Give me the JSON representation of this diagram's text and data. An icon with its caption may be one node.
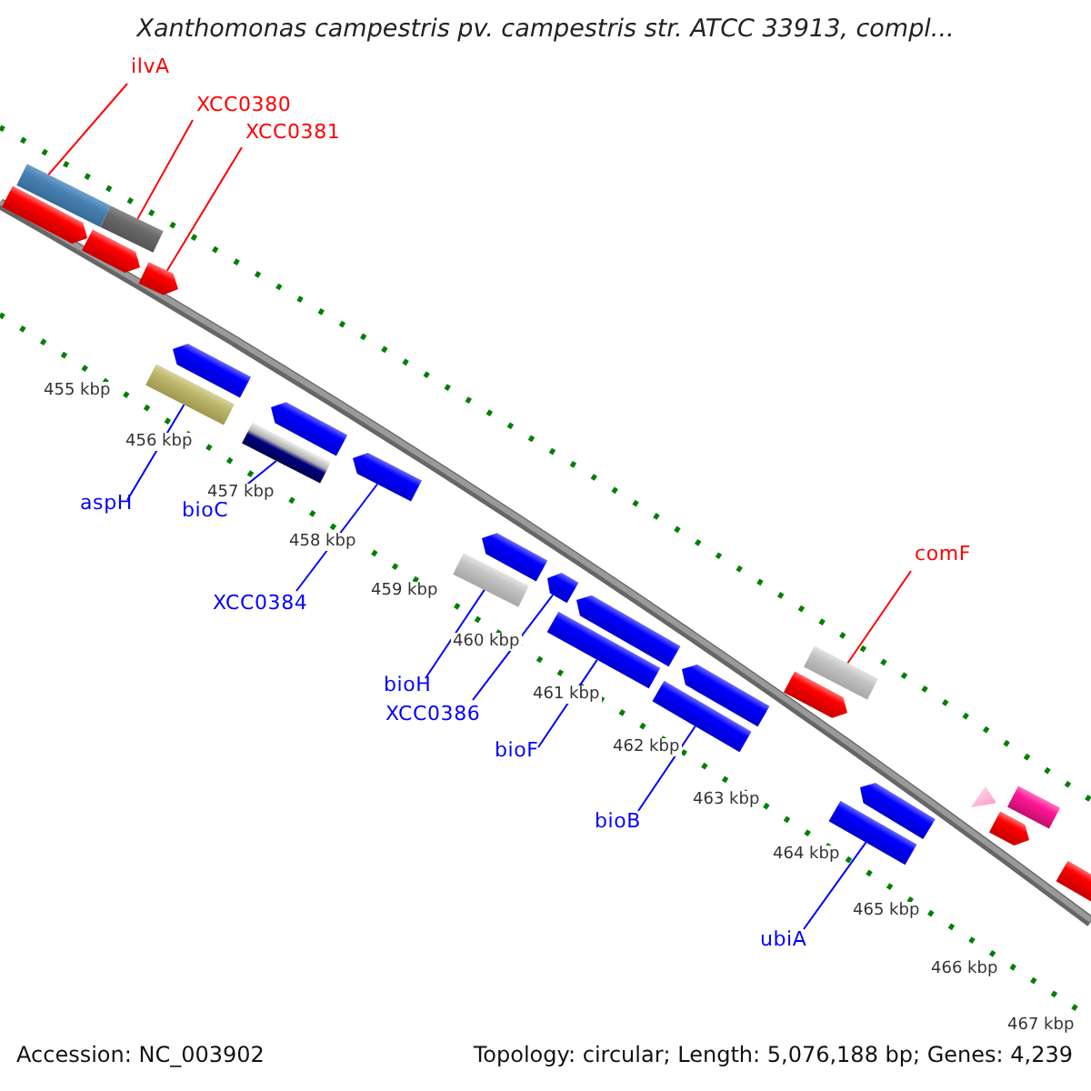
{
  "diagram": {
    "title": "Xanthomonas campestris pv. campestris str. ATCC 33913, compl...",
    "nodes": [
      {
        "text": [
          "ilvA"
        ]
      },
      {
        "text": [
          "XCC0380"
        ]
      },
      {
        "text": [
          "XCC0381"
        ]
      },
      {
        "text": [
          "aspH"
        ]
      },
      {
        "text": [
          "bioC"
        ]
      },
      {
        "text": [
          "XCC0384"
        ]
      },
      {
        "text": [
          "comF"
        ]
      },
      {
        "text": [
          "bioH"
        ]
      },
      {
        "text": [
          "XCC0386"
        ]
      },
      {
        "text": [
          "bioF"
        ]
      },
      {
        "text": [
          "bioB"
        ]
      },
      {
        "text": [
          "ubiA"
        ]
      },
      {
        "text": [],
        "shape": "arrow"
      },
      {
        "text": [],
        "shape": "bar"
      },
      {
        "text": [],
        "shape": "arrow"
      },
      {
        "text": [],
        "shape": "bar"
      },
      {
        "text": [],
        "shape": "arrow"
      },
      {
        "text": [],
        "shape": "bar"
      },
      {
        "text": [],
        "shape": "arrow"
      },
      {
        "text": [],
        "shape": "bar"
      },
      {
        "text": [],
        "shape": "arrow"
      },
      {
        "text": [],
        "shape": "arrow"
      },
      {
        "text": [],
        "shape": "bar"
      },
      {
        "text": [],
        "shape": "arrow"
      },
      {
        "text": [],
        "shape": "arrow"
      },
      {
        "text": [],
        "shape": "bar"
      },
      {
        "text": [],
        "shape": "arrow"
      },
      {
        "text": [],
        "shape": "bar"
      },
      {
        "text": [],
        "shape": "arrow"
      },
      {
        "text": [],
        "shape": "arrow"
      },
      {
        "text": [],
        "shape": "bar"
      },
      {
        "text": [],
        "shape": "bar"
      },
      {
        "text": [],
        "shape": "arrow"
      },
      {
        "text": [],
        "shape": "triangle"
      },
      {
        "text": [],
        "shape": "arrow"
      },
      {
        "text": [],
        "shape": "bar"
      },
      {
        "text": [],
        "shape": "arrow"
      }
    ],
    "edges": [
      {
        "from": 0,
        "to": 13,
        "arrow": "none",
        "color": "#ff0000"
      },
      {
        "from": 1,
        "to": 15,
        "arrow": "none",
        "color": "#ff0000"
      },
      {
        "from": 2,
        "to": 16,
        "arrow": "none",
        "color": "#ff0000"
      },
      {
        "from": 3,
        "to": 17,
        "arrow": "none"
      },
      {
        "from": 4,
        "to": 19,
        "arrow": "none"
      },
      {
        "from": 5,
        "to": 21,
        "arrow": "none"
      },
      {
        "from": 6,
        "to": 30,
        "arrow": "none",
        "color": "#ff0000"
      },
      {
        "from": 7,
        "to": 22,
        "arrow": "none"
      },
      {
        "from": 8,
        "to": 24,
        "arrow": "none"
      },
      {
        "from": 9,
        "to": 25,
        "arrow": "none"
      },
      {
        "from": 10,
        "to": 27,
        "arrow": "none"
      },
      {
        "from": 11,
        "to": 31,
        "arrow": "none"
      }
    ],
    "labels": [
      "455 kbp",
      "456 kbp",
      "457 kbp",
      "458 kbp",
      "459 kbp",
      "460 kbp",
      "461 kbp",
      "462 kbp",
      "463 kbp",
      "464 kbp",
      "465 kbp",
      "466 kbp",
      "467 kbp",
      "Accession: NC_003902",
      "Topology: circular; Length: 5,076,188 bp; Genes: 4,239"
    ]
  }
}
